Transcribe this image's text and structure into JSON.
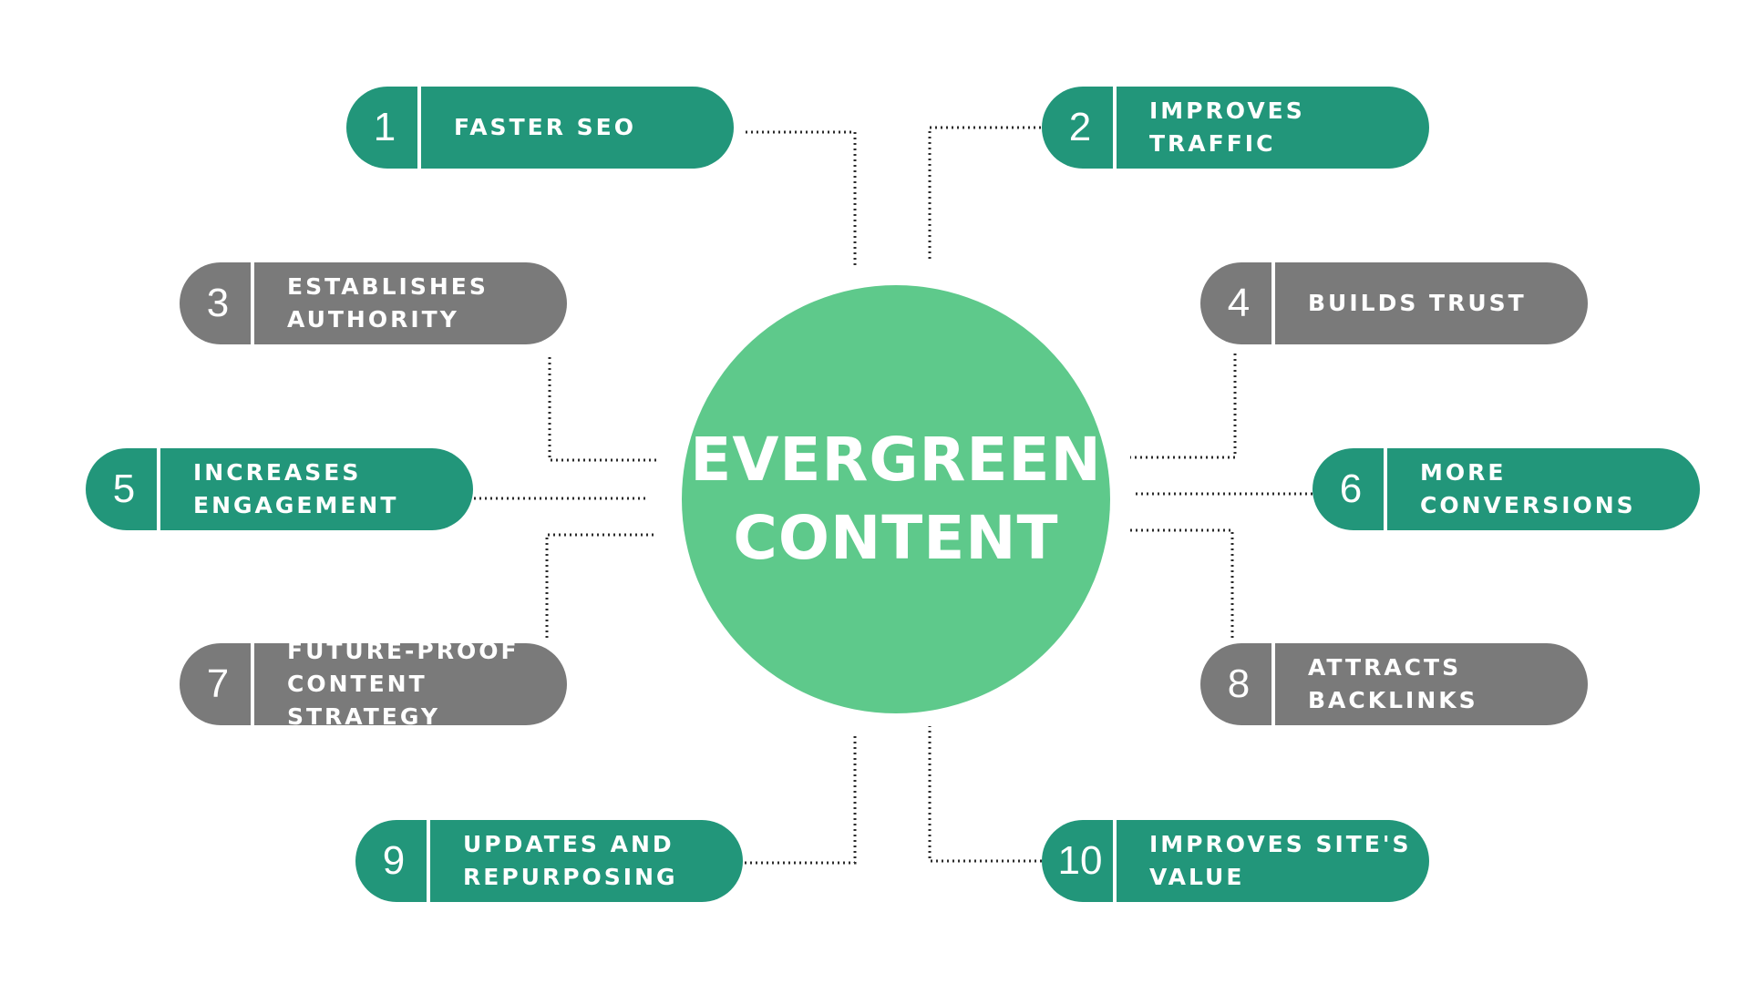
{
  "colors": {
    "background": "#ffffff",
    "hub": "#5ec98b",
    "teal": "#22967a",
    "gray": "#7a7a7a",
    "connector": "#2b2b2b",
    "text": "#ffffff"
  },
  "hub": {
    "line1": "EVERGREEN",
    "line2": "CONTENT"
  },
  "benefits": [
    {
      "number": "1",
      "label": "FASTER SEO",
      "color": "teal"
    },
    {
      "number": "2",
      "label": "IMPROVES TRAFFIC",
      "color": "teal"
    },
    {
      "number": "3",
      "label": "ESTABLISHES\nAUTHORITY",
      "color": "gray"
    },
    {
      "number": "4",
      "label": "BUILDS TRUST",
      "color": "gray"
    },
    {
      "number": "5",
      "label": "INCREASES\nENGAGEMENT",
      "color": "teal"
    },
    {
      "number": "6",
      "label": "MORE\nCONVERSIONS",
      "color": "teal"
    },
    {
      "number": "7",
      "label": "FUTURE-PROOF\nCONTENT STRATEGY",
      "color": "gray"
    },
    {
      "number": "8",
      "label": "ATTRACTS\nBACKLINKS",
      "color": "gray"
    },
    {
      "number": "9",
      "label": "UPDATES AND\nREPURPOSING",
      "color": "teal"
    },
    {
      "number": "10",
      "label": "IMPROVES SITE'S\nVALUE",
      "color": "teal"
    }
  ]
}
